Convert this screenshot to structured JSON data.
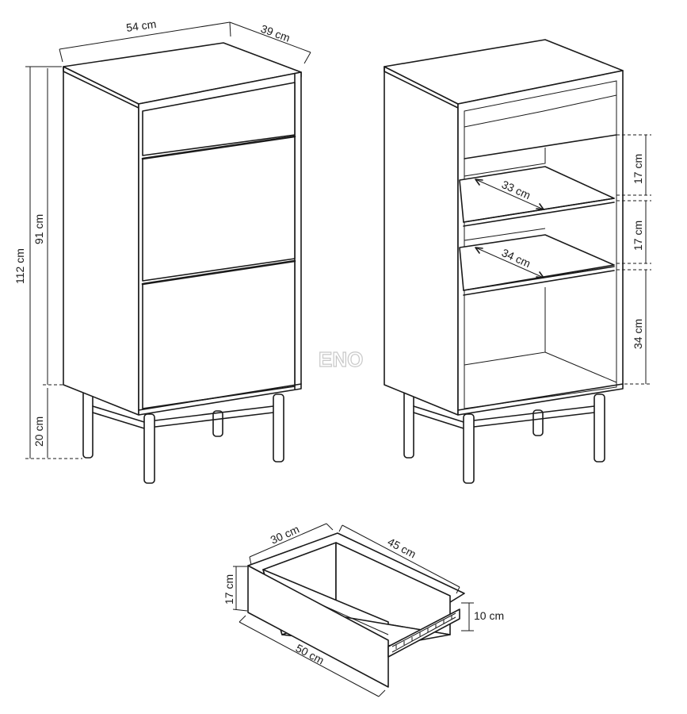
{
  "watermark": "ENO",
  "front_view": {
    "dimensions": {
      "width": "54 cm",
      "depth": "39 cm",
      "total_height": "112 cm",
      "body_height": "91 cm",
      "leg_height": "20 cm"
    }
  },
  "open_view": {
    "dimensions": {
      "shelf_gap_top": "17 cm",
      "shelf_gap_middle": "17 cm",
      "bottom_compartment": "34 cm",
      "shelf_depth_top": "33 cm",
      "shelf_depth_lower": "34 cm"
    }
  },
  "drawer_view": {
    "dimensions": {
      "inner_depth": "30 cm",
      "inner_length": "45 cm",
      "height": "17 cm",
      "side_height": "10 cm",
      "front_width": "50 cm"
    }
  }
}
